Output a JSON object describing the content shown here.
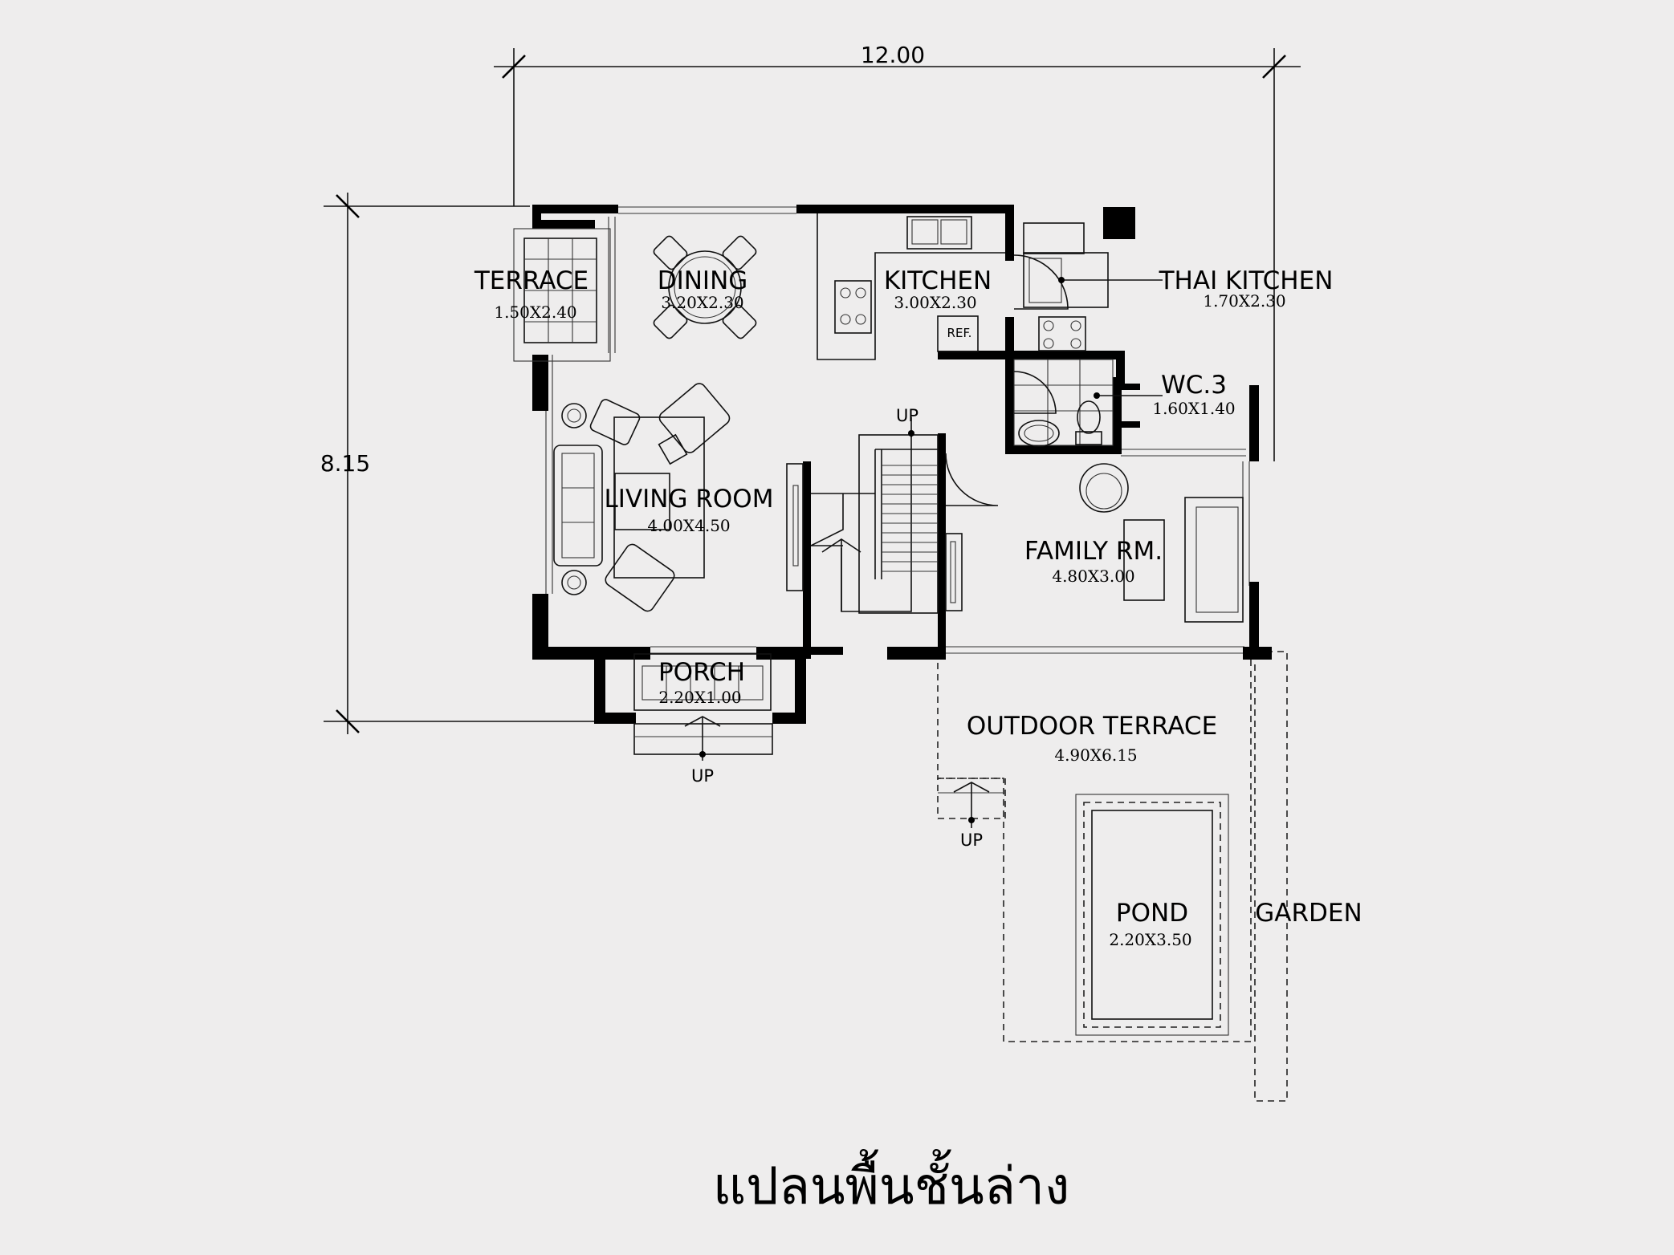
{
  "dimensions": {
    "width": "12.00",
    "depth": "8.15"
  },
  "rooms": {
    "terrace": {
      "name": "TERRACE",
      "size": "1.50X2.40"
    },
    "dining": {
      "name": "DINING",
      "size": "3.20X2.30"
    },
    "kitchen": {
      "name": "KITCHEN",
      "size": "3.00X2.30"
    },
    "thai_kitchen": {
      "name": "THAI KITCHEN",
      "size": "1.70X2.30"
    },
    "wc3": {
      "name": "WC.3",
      "size": "1.60X1.40"
    },
    "living": {
      "name": "LIVING ROOM",
      "size": "4.00X4.50"
    },
    "family": {
      "name": "FAMILY RM.",
      "size": "4.80X3.00"
    },
    "porch": {
      "name": "PORCH",
      "size": "2.20X1.00"
    },
    "outdoor_terrace": {
      "name": "OUTDOOR TERRACE",
      "size": "4.90X6.15"
    },
    "pond": {
      "name": "POND",
      "size": "2.20X3.50"
    },
    "garden": {
      "name": "GARDEN"
    }
  },
  "labels": {
    "ref": "REF.",
    "up_stair": "UP",
    "up_porch": "UP",
    "up_terrace": "UP"
  },
  "title": "แปลนพื้นชั้นล่าง"
}
